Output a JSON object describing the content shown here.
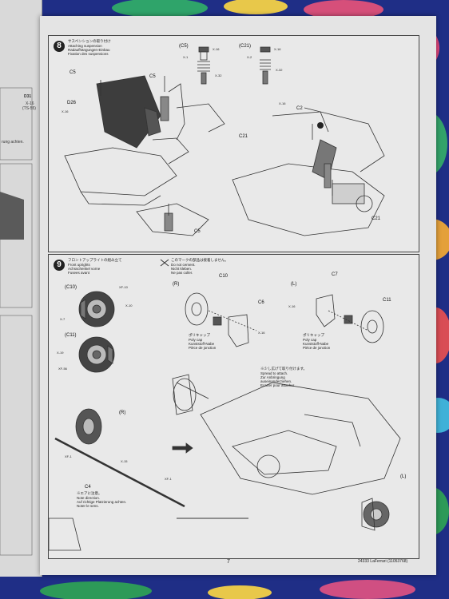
{
  "left_page": {
    "fragments": [
      "D31",
      "X-16",
      "(TS-55)",
      "rung achten."
    ]
  },
  "step8": {
    "number": "8",
    "captions": [
      "サスペンションの取り付け",
      "Attaching suspension",
      "Radaufhängungen-Einbau",
      "Fixation des suspensions"
    ],
    "labels": {
      "c5_top_left": "C5",
      "c5_top": "C5",
      "d26": "D26",
      "x16_left": "X-16",
      "c5_callout": "(C5)",
      "c21_callout": "(C21)",
      "x16_a": "X-16",
      "x1": "X-1",
      "x32_a": "X-32",
      "x16_b": "X-16",
      "x2": "X-2",
      "x32_b": "X-32",
      "x16_c": "X-16",
      "c2": "C2",
      "c21_a": "C21",
      "c21_b": "C21",
      "c5_bottom": "C5"
    }
  },
  "step9": {
    "number": "9",
    "captions": [
      "フロントアップライトの組み立て",
      "Front uprights",
      "Achsschenkel vorne",
      "Fusees avant"
    ],
    "note": [
      "このマークの部品は接着しません。",
      "Do not cement.",
      "Nicht kleben.",
      "Ne pas coller."
    ],
    "labels": {
      "c10_callout": "(C10)",
      "c11_callout": "(C11)",
      "r_top": "(R)",
      "l_top": "(L)",
      "c10": "C10",
      "c6": "C6",
      "c7": "C7",
      "c11": "C11",
      "xf10": "XF-10",
      "x10_a": "X-10",
      "x7": "X-7",
      "x19": "X-19",
      "xf56": "XF-56",
      "x16_r": "X-16",
      "x16_l": "X-16",
      "r_mid": "(R)",
      "l_mid": "(L)",
      "xf1_a": "XF-1",
      "x15": "X-15",
      "xf1_b": "XF-1",
      "c4": "C4"
    },
    "polycap_r": [
      "ポリキャップ",
      "Poly cap",
      "Kunststoff-Nabe",
      "Pièce de jonction"
    ],
    "polycap_l": [
      "ポリキャップ",
      "Poly cap",
      "Kunststoff-Nabe",
      "Pièce de jonction"
    ],
    "spread_note": [
      "※少し広げて取り付けます。",
      "Spread to attach.",
      "Zur Anbringung",
      "auseinanderziehen.",
      "Ecarter pour attacher."
    ],
    "direction_note": [
      "※エアに注意。",
      "Note direction.",
      "Auf richtige Platzierung achten.",
      "Noter le sens."
    ]
  },
  "footer": {
    "page_number": "7",
    "model_code": "24333 LaFerrari (11053768)"
  }
}
